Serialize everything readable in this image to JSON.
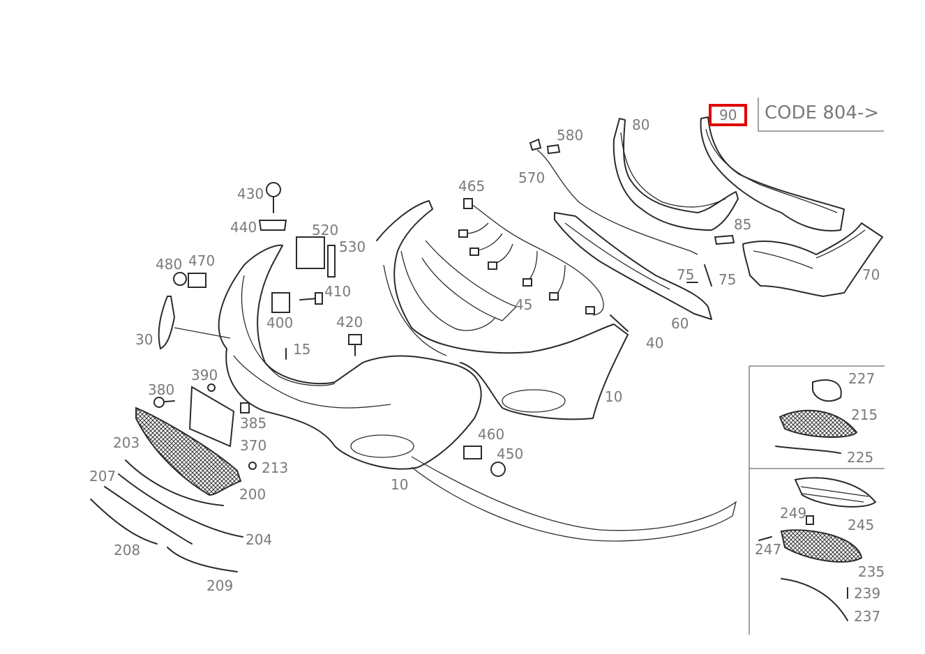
{
  "code_note": "CODE 804->",
  "highlight": {
    "label": "90",
    "color": "#e00000"
  },
  "labels": {
    "p10a": "10",
    "p10b": "10",
    "p15": "15",
    "p30": "30",
    "p40": "40",
    "p45": "45",
    "p60": "60",
    "p70": "70",
    "p75a": "75",
    "p75b": "75",
    "p80": "80",
    "p85": "85",
    "p200": "200",
    "p203": "203",
    "p204": "204",
    "p207": "207",
    "p208": "208",
    "p209": "209",
    "p213": "213",
    "p215": "215",
    "p225": "225",
    "p227": "227",
    "p235": "235",
    "p237": "237",
    "p239": "239",
    "p245": "245",
    "p247": "247",
    "p249": "249",
    "p370": "370",
    "p380": "380",
    "p385": "385",
    "p390": "390",
    "p400": "400",
    "p410": "410",
    "p420": "420",
    "p430": "430",
    "p440": "440",
    "p450": "450",
    "p460": "460",
    "p465": "465",
    "p470": "470",
    "p480": "480",
    "p520": "520",
    "p530": "530",
    "p570": "570",
    "p580": "580"
  }
}
